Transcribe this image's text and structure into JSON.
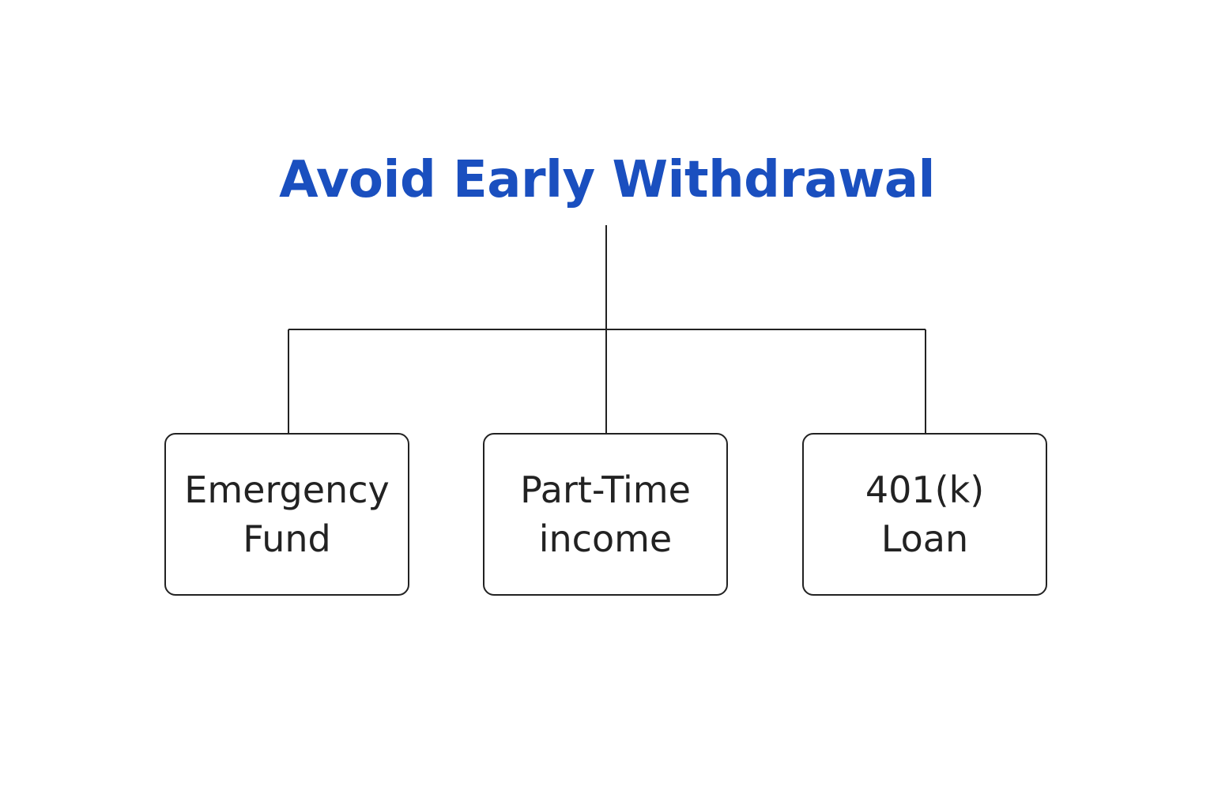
{
  "diagram": {
    "title": "Avoid Early Withdrawal",
    "title_color": "#1a4fbf",
    "line_color": "#222222",
    "text_color": "#222222",
    "nodes": [
      {
        "lines": [
          "Emergency",
          "Fund"
        ]
      },
      {
        "lines": [
          "Part-Time",
          "income"
        ]
      },
      {
        "lines": [
          "401(k)",
          "Loan"
        ]
      }
    ]
  }
}
